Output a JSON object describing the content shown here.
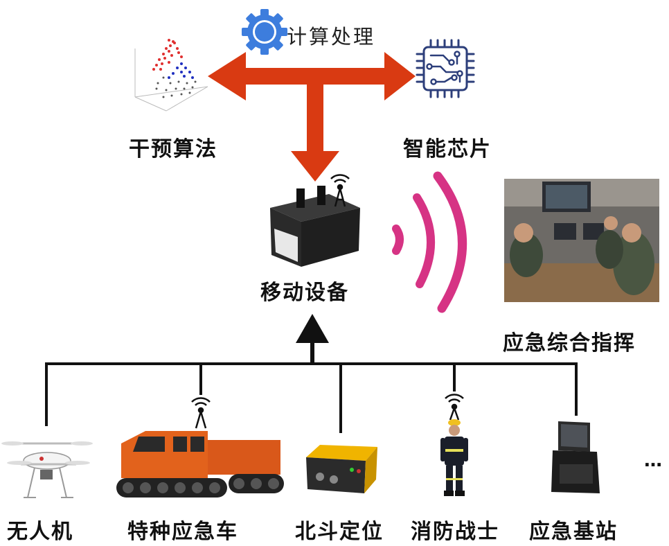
{
  "center": {
    "processing_label": "计算处理",
    "device_label": "移动设备"
  },
  "left_node": {
    "label": "干预算法"
  },
  "right_node": {
    "label": "智能芯片"
  },
  "command": {
    "label": "应急综合指挥"
  },
  "sources": [
    {
      "label": "无人机"
    },
    {
      "label": "特种应急车"
    },
    {
      "label": "北斗定位"
    },
    {
      "label": "消防战士"
    },
    {
      "label": "应急基站"
    }
  ],
  "more_label": "…",
  "colors": {
    "arrow_red": "#d93a12",
    "gear_blue": "#3d7ddd",
    "chip_navy": "#2c3e7a",
    "wave_pink": "#d63384",
    "line_black": "#111111"
  }
}
